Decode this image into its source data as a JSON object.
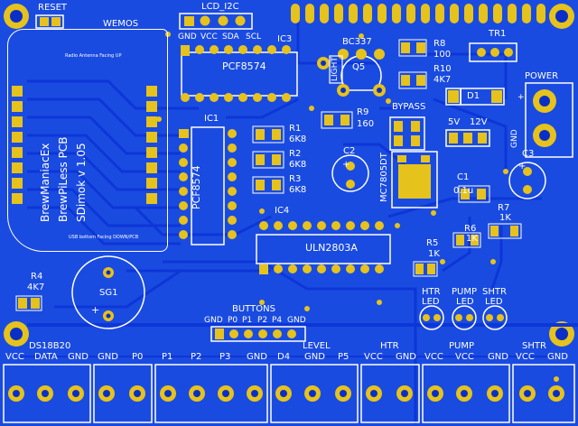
{
  "board": {
    "title_lines": [
      "BrewManiacEx",
      "BrewPiLess PCB",
      "SDimok  v 1.05"
    ],
    "wemos_label": "WEMOS",
    "antenna_note": "Radio Antenna Facing UP",
    "usb_note": "USB bottom Facing DOWN/PCB",
    "reset_label": "RESET",
    "lcd_i2c_label": "LCD_I2C",
    "lcd_pins": [
      "GND",
      "VCC",
      "SDA",
      "SCL"
    ],
    "ic3_label": "IC3",
    "pcf_label": "PCF8574",
    "ic1_label": "IC1",
    "pcf_vertical_label": "PCF8574",
    "bc337_label": "BC337",
    "q5_label": "Q5",
    "light_label": "LIGHT",
    "r8": {
      "name": "R8",
      "value": "100"
    },
    "r10": {
      "name": "R10",
      "value": "4K7"
    },
    "r9": {
      "name": "R9",
      "value": "160"
    },
    "tr1_label": "TR1",
    "power_label": "POWER",
    "d1_label": "D1",
    "bypass_label": "BYPASS",
    "v5_label": "5V",
    "v12_label": "12V",
    "gnd_label": "GND",
    "r1": {
      "name": "R1",
      "value": "6K8"
    },
    "r2": {
      "name": "R2",
      "value": "6K8"
    },
    "r3": {
      "name": "R3",
      "value": "6K8"
    },
    "c2_label": "C2",
    "c3_label": "C3",
    "regulator_label": "MC7805DT",
    "c1": {
      "name": "C1",
      "value": "0.1u"
    },
    "ic4_label": "IC4",
    "uln_label": "ULN2803A",
    "r5": {
      "name": "R5",
      "value": "1K"
    },
    "r6": {
      "name": "R6",
      "value": "1K"
    },
    "r7": {
      "name": "R7",
      "value": "1K"
    },
    "leds": [
      {
        "line1": "HTR",
        "line2": "LED"
      },
      {
        "line1": "PUMP",
        "line2": "LED"
      },
      {
        "line1": "SHTR",
        "line2": "LED"
      }
    ],
    "r4": {
      "name": "R4",
      "value": "4K7"
    },
    "sg1_label": "SG1",
    "plus_sign": "+",
    "buttons_label": "BUTTONS",
    "button_pins": [
      "GND",
      "P0",
      "P1",
      "P2",
      "P4",
      "GND"
    ],
    "ds18b20_label": "DS18B20",
    "level_label": "LEVEL",
    "terminal_labels": [
      "VCC",
      "DATA",
      "GND",
      "GND",
      "P0",
      "P1",
      "P2",
      "P3",
      "GND",
      "D4",
      "GND",
      "P5",
      "VCC",
      "GND",
      "VCC",
      "VCC",
      "GND",
      "VCC",
      "GND"
    ],
    "group_labels": [
      "HTR",
      "PUMP",
      "SHTR"
    ]
  }
}
